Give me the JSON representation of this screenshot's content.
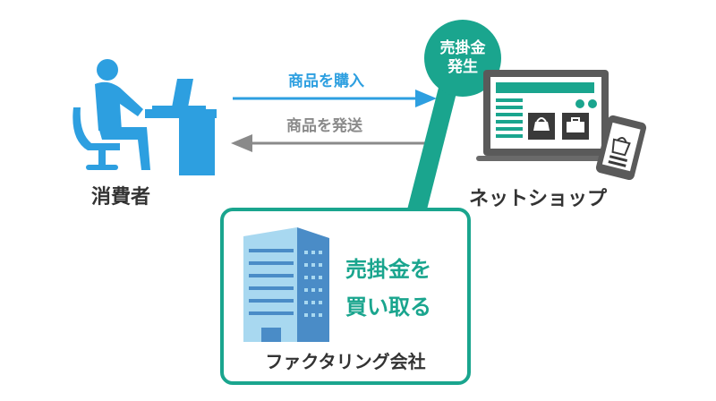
{
  "consumer": {
    "label": "消費者"
  },
  "shop": {
    "label": "ネットショップ"
  },
  "arrows": {
    "purchase": {
      "label": "商品を購入",
      "color": "#2d9fe0"
    },
    "ship": {
      "label": "商品を発送",
      "color": "#8a8a8a"
    }
  },
  "receivable_badge": {
    "line1": "売掛金",
    "line2": "発生"
  },
  "factoring": {
    "service_line1": "売掛金を",
    "service_line2": "買い取る",
    "company_label": "ファクタリング会社"
  },
  "colors": {
    "teal": "#1aa58e",
    "blue": "#2d9fe0",
    "gray": "#8a8a8a",
    "building_light": "#a8d8f0",
    "building_dark": "#4a8cc7",
    "text": "#333333"
  }
}
